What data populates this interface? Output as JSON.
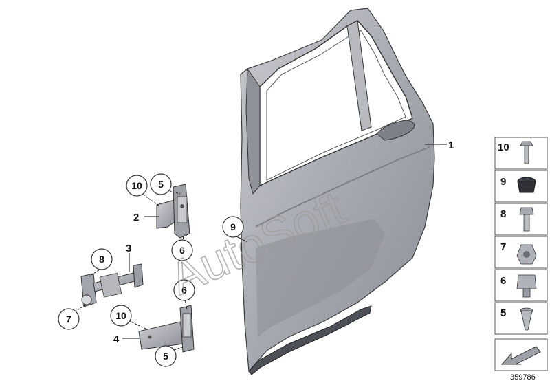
{
  "watermark": "AutoSoft",
  "diagram_number": "359786",
  "colors": {
    "part_fill": "#a9abb3",
    "part_dark": "#6f717a",
    "part_light": "#d4d5da",
    "outline": "#333333"
  },
  "callouts": {
    "door": "1",
    "upper_hinge": "2",
    "door_check": "3",
    "lower_hinge": "4",
    "screw_upper": "5",
    "nut_upper": "6",
    "nut_check": "7",
    "bolt_check": "8",
    "grommet": "9",
    "bolt_upper": "10",
    "bolt_lower": "10",
    "nut_lower": "6",
    "screw_lower": "5"
  },
  "legend": [
    {
      "num": "10",
      "icon": "hex-flange-bolt-icon"
    },
    {
      "num": "9",
      "icon": "rubber-grommet-icon"
    },
    {
      "num": "8",
      "icon": "collar-bolt-icon"
    },
    {
      "num": "7",
      "icon": "hex-flange-nut-icon"
    },
    {
      "num": "6",
      "icon": "cap-nut-icon"
    },
    {
      "num": "5",
      "icon": "torx-screw-icon"
    }
  ],
  "nav_icon": "arrow-icon"
}
